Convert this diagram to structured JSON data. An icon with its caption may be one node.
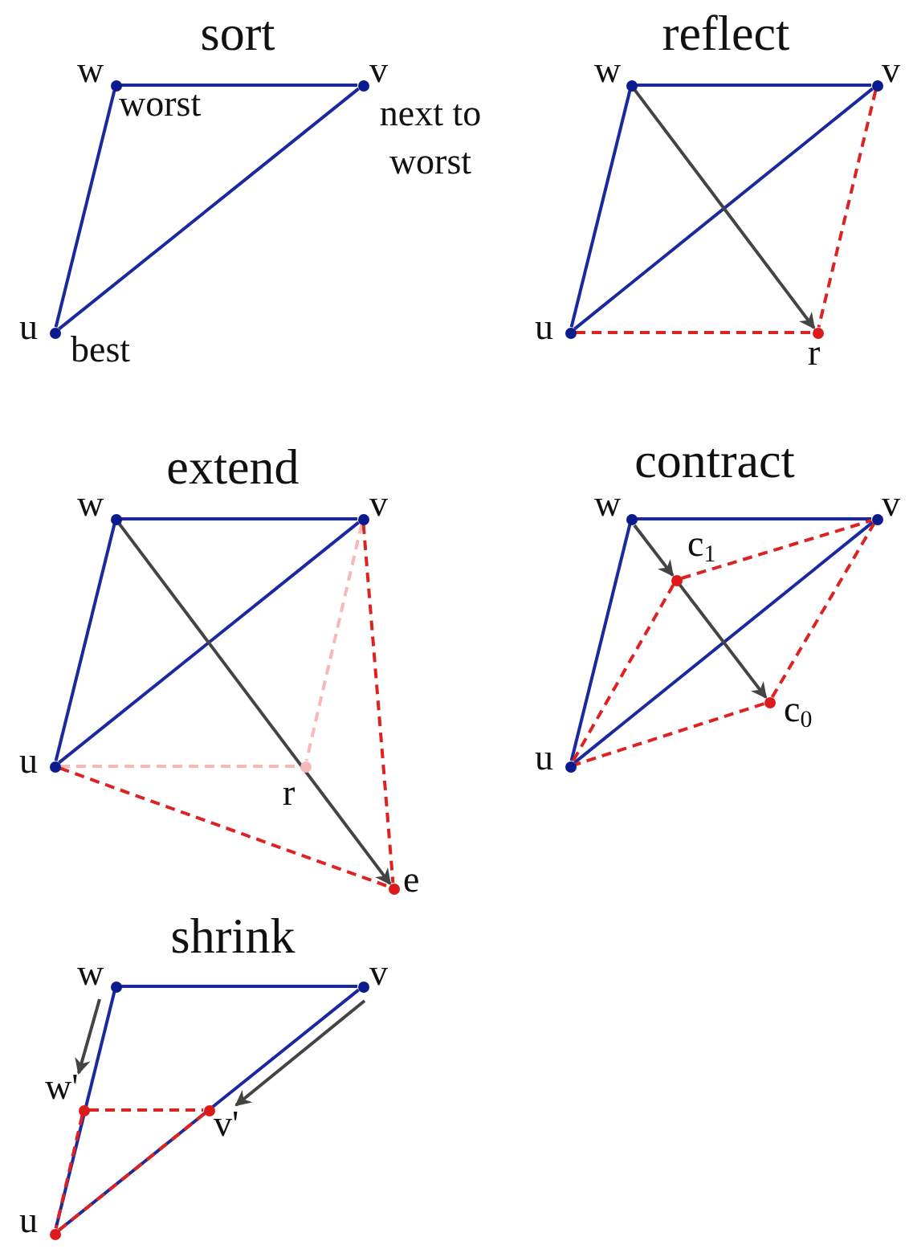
{
  "diagram": {
    "nodes": [
      {
        "text": [],
        "shape": "circle",
        "beside": [
          "w",
          "worst"
        ]
      },
      {
        "text": [],
        "shape": "circle",
        "beside": [
          "v",
          "next to worst"
        ]
      },
      {
        "text": [],
        "shape": "circle",
        "beside": [
          "u",
          "best"
        ]
      },
      {
        "text": [],
        "shape": "circle",
        "beside": [
          "w"
        ]
      },
      {
        "text": [],
        "shape": "circle",
        "beside": [
          "v"
        ]
      },
      {
        "text": [],
        "shape": "circle",
        "beside": [
          "u"
        ]
      },
      {
        "text": [],
        "shape": "circle",
        "beside": [
          "r"
        ]
      },
      {
        "text": [],
        "shape": "circle",
        "beside": [
          "w"
        ]
      },
      {
        "text": [],
        "shape": "circle",
        "beside": [
          "v"
        ]
      },
      {
        "text": [],
        "shape": "circle",
        "beside": [
          "u"
        ]
      },
      {
        "text": [],
        "shape": "circle",
        "beside": [
          "r"
        ]
      },
      {
        "text": [],
        "shape": "circle",
        "beside": [
          "e"
        ]
      },
      {
        "text": [],
        "shape": "circle",
        "beside": [
          "w"
        ]
      },
      {
        "text": [],
        "shape": "circle",
        "beside": [
          "v"
        ]
      },
      {
        "text": [],
        "shape": "circle",
        "beside": [
          "u"
        ]
      },
      {
        "text": [],
        "shape": "circle",
        "beside": [
          "c$_{1}$"
        ]
      },
      {
        "text": [],
        "shape": "circle",
        "beside": [
          "c$_{0}$"
        ]
      },
      {
        "text": [],
        "shape": "circle",
        "beside": [
          "w"
        ]
      },
      {
        "text": [],
        "shape": "circle",
        "beside": [
          "v"
        ]
      },
      {
        "text": [],
        "shape": "circle",
        "beside": [
          "u"
        ]
      },
      {
        "text": [],
        "shape": "circle",
        "beside": [
          "w'"
        ]
      },
      {
        "text": [],
        "shape": "circle",
        "beside": [
          "v'"
        ]
      }
    ],
    "edges": [
      {
        "from": 0,
        "to": 1,
        "arrow": "none"
      },
      {
        "from": 0,
        "to": 2,
        "arrow": "none"
      },
      {
        "from": 1,
        "to": 2,
        "arrow": "none"
      },
      {
        "from": 3,
        "to": 4,
        "arrow": "none"
      },
      {
        "from": 3,
        "to": 5,
        "arrow": "none"
      },
      {
        "from": 4,
        "to": 5,
        "arrow": "none"
      },
      {
        "from": 3,
        "to": 6,
        "arrow": "to",
        "color": "#444444"
      },
      {
        "from": 4,
        "to": 6,
        "arrow": "none",
        "style": "dashed",
        "color": "#dd2222"
      },
      {
        "from": 5,
        "to": 6,
        "arrow": "none",
        "style": "dashed",
        "color": "#dd2222"
      },
      {
        "from": 7,
        "to": 8,
        "arrow": "none"
      },
      {
        "from": 7,
        "to": 9,
        "arrow": "none"
      },
      {
        "from": 8,
        "to": 9,
        "arrow": "none"
      },
      {
        "from": 8,
        "to": 10,
        "arrow": "none",
        "style": "dashed",
        "color": "#f7b8b8"
      },
      {
        "from": 9,
        "to": 10,
        "arrow": "none",
        "style": "dashed",
        "color": "#f7b8b8"
      },
      {
        "from": 7,
        "to": 11,
        "arrow": "to",
        "color": "#444444"
      },
      {
        "from": 8,
        "to": 11,
        "arrow": "none",
        "style": "dashed",
        "color": "#dd2222"
      },
      {
        "from": 9,
        "to": 11,
        "arrow": "none",
        "style": "dashed",
        "color": "#dd2222"
      },
      {
        "from": 12,
        "to": 13,
        "arrow": "none"
      },
      {
        "from": 12,
        "to": 14,
        "arrow": "none"
      },
      {
        "from": 13,
        "to": 14,
        "arrow": "none"
      },
      {
        "from": 12,
        "to": 15,
        "arrow": "to",
        "color": "#444444"
      },
      {
        "from": 15,
        "to": 16,
        "arrow": "to",
        "color": "#444444"
      },
      {
        "from": 15,
        "to": 13,
        "arrow": "none",
        "style": "dashed",
        "color": "#dd2222"
      },
      {
        "from": 15,
        "to": 14,
        "arrow": "none",
        "style": "dashed",
        "color": "#dd2222"
      },
      {
        "from": 16,
        "to": 13,
        "arrow": "none",
        "style": "dashed",
        "color": "#dd2222"
      },
      {
        "from": 16,
        "to": 14,
        "arrow": "none",
        "style": "dashed",
        "color": "#dd2222"
      },
      {
        "from": 17,
        "to": 18,
        "arrow": "none"
      },
      {
        "from": 17,
        "to": 19,
        "arrow": "none"
      },
      {
        "from": 18,
        "to": 19,
        "arrow": "none"
      },
      {
        "from": 17,
        "to": 20,
        "arrow": "to",
        "color": "#444444"
      },
      {
        "from": 18,
        "to": 21,
        "arrow": "to",
        "color": "#444444"
      },
      {
        "from": 20,
        "to": 21,
        "arrow": "none",
        "style": "dashed",
        "color": "#dd2222"
      },
      {
        "from": 20,
        "to": 19,
        "arrow": "none",
        "style": "dashed",
        "color": "#dd2222"
      },
      {
        "from": 21,
        "to": 19,
        "arrow": "none",
        "style": "dashed",
        "color": "#dd2222"
      }
    ],
    "labels": [
      "sort",
      "reflect",
      "extend",
      "contract",
      "shrink"
    ]
  }
}
